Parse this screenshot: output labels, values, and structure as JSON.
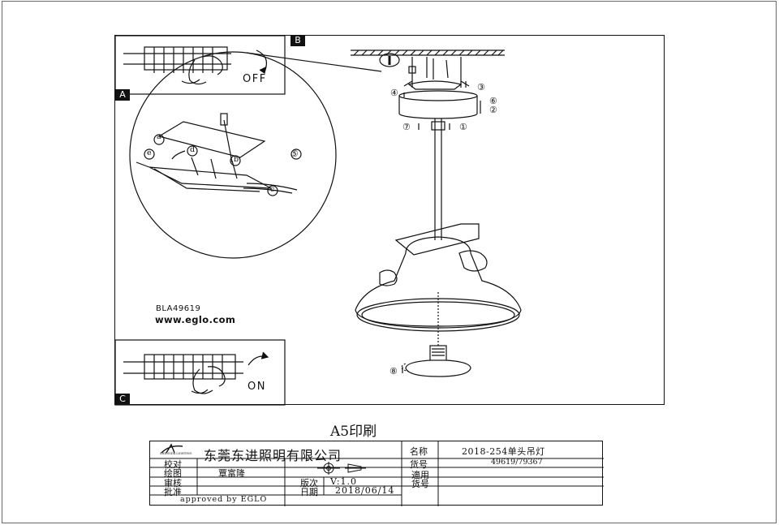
{
  "sheet": {
    "tag_a": "A",
    "tag_b": "B",
    "tag_c": "C",
    "switch_off_label": "OFF",
    "switch_on_label": "ON",
    "product_code": "BLA49619",
    "website": "www.eglo.com",
    "detail_letters": [
      "a",
      "b",
      "c",
      "d",
      "e"
    ],
    "detail_step": "⑤",
    "steps": [
      "①",
      "②",
      "③",
      "④",
      "⑥",
      "⑦",
      "⑧"
    ]
  },
  "print_title": "A5印刷",
  "title_block": {
    "logo_text": "SHENGDA LIGHTING",
    "company": "东莞东进照明有限公司",
    "check_label": "校对",
    "draw_label": "绘图",
    "drawer": "覃富隆",
    "review_label": "审核",
    "approve_label": "批准",
    "approved_by": "approved by EGLO",
    "version_label": "版次",
    "version": "V:1.0",
    "date_label": "日期",
    "date": "2018/06/14",
    "name_label": "名称",
    "name": "2018-254单头吊灯",
    "item_label": "货号",
    "item_no": "49619/79367",
    "applicable_label_1": "適用",
    "applicable_label_2": "货号"
  },
  "colors": {
    "line": "#111111",
    "tag_bg": "#111111",
    "paper": "#ffffff",
    "frame": "#6a6a6a"
  }
}
